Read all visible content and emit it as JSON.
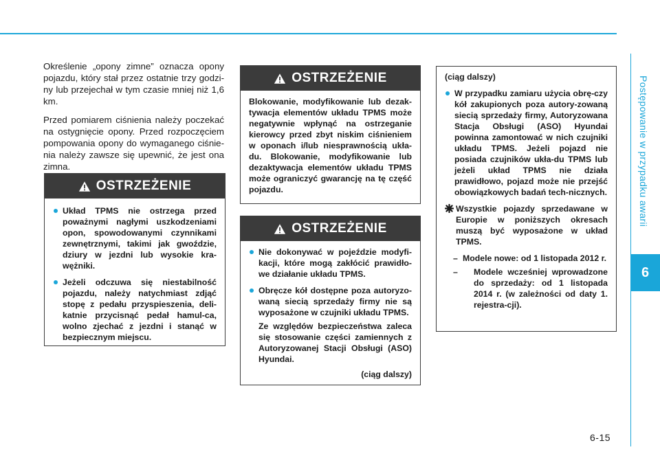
{
  "section_title": "Postępowanie w przypadku awarii",
  "chapter_number": "6",
  "page_number": "6-15",
  "accent_color": "#1aa6d9",
  "header_color": "#3b3b3b",
  "left_column": {
    "paragraphs": [
      "Określenie „opony zimne” oznacza opony pojazdu, który stał przez ostatnie trzy godzi-ny lub przejechał w tym czasie mniej niż 1,6 km.",
      "Przed pomiarem ciśnienia należy poczekać na ostygnięcie opony. Przed rozpoczęciem pompowania opony do wymaganego ciśnie-nia należy zawsze się upewnić, że jest ona zimna."
    ]
  },
  "warning_label": "OSTRZEŻENIE",
  "warning_icon": "warning-triangle-icon",
  "warning_1": {
    "bullets": [
      "Układ TPMS nie ostrzega przed poważnymi nagłymi uszkodzeniami opon, spowodowanymi czynnikami zewnętrznymi, takimi jak gwoździe, dziury w jezdni lub wysokie kra-wężniki.",
      "Jeżeli odczuwa się niestabilność pojazdu, należy natychmiast zdjąć stopę z pedału przyspieszenia, deli-katnie przycisnąć pedał hamul-ca, wolno zjechać z jezdni i stanąć w bezpiecznym miejscu."
    ]
  },
  "warning_2": {
    "text": "Blokowanie, modyfikowanie lub dezak-tywacja elementów układu TPMS może negatywnie wpłynąć na ostrzeganie kierowcy przed zbyt niskim ciśnieniem w oponach i/lub niesprawnością ukła-du. Blokowanie, modyfikowanie lub dezaktywacja elementów układu TPMS może ograniczyć gwarancję na tę część pojazdu."
  },
  "warning_3": {
    "bullets": [
      "Nie dokonywać w pojeździe modyfi-kacji, które mogą zakłócić prawidło-we działanie układu TPMS.",
      "Obręcze kół dostępne poza autoryzo-waną siecią sprzedaży firmy nie są wyposażone w czujniki układu TPMS."
    ],
    "extra": "Ze względów bezpieczeństwa zaleca się stosowanie części zamiennych z Autoryzowanej Stacji Obsługi (ASO) Hyundai.",
    "continued": "(ciąg dalszy)"
  },
  "continuation_box": {
    "header": "(ciąg dalszy)",
    "bullet": "W przypadku zamiaru użycia obrę-czy kół zakupionych poza autory-zowaną siecią sprzedaży firmy, Autoryzowana Stacja Obsługi (ASO) Hyundai powinna zamontować w nich czujniki układu TPMS. Jeżeli pojazd nie posiada czujników ukła-du TPMS lub jeżeli układ TPMS nie działa prawidłowo, pojazd może nie przejść obowiązkowych badań tech-nicznych.",
    "star_icon": "asterisk-icon",
    "star_note": "Wszystkie pojazdy sprzedawane w Europie w poniższych okresach muszą być wyposażone w układ TPMS.",
    "dash_items": [
      "Modele nowe: od 1 listopada 2012 r.",
      "Modele wcześniej wprowadzone do sprzedaży: od 1 listopada 2014 r. (w zależności od daty 1. rejestra-cji)."
    ],
    "dash_mark": "–"
  }
}
